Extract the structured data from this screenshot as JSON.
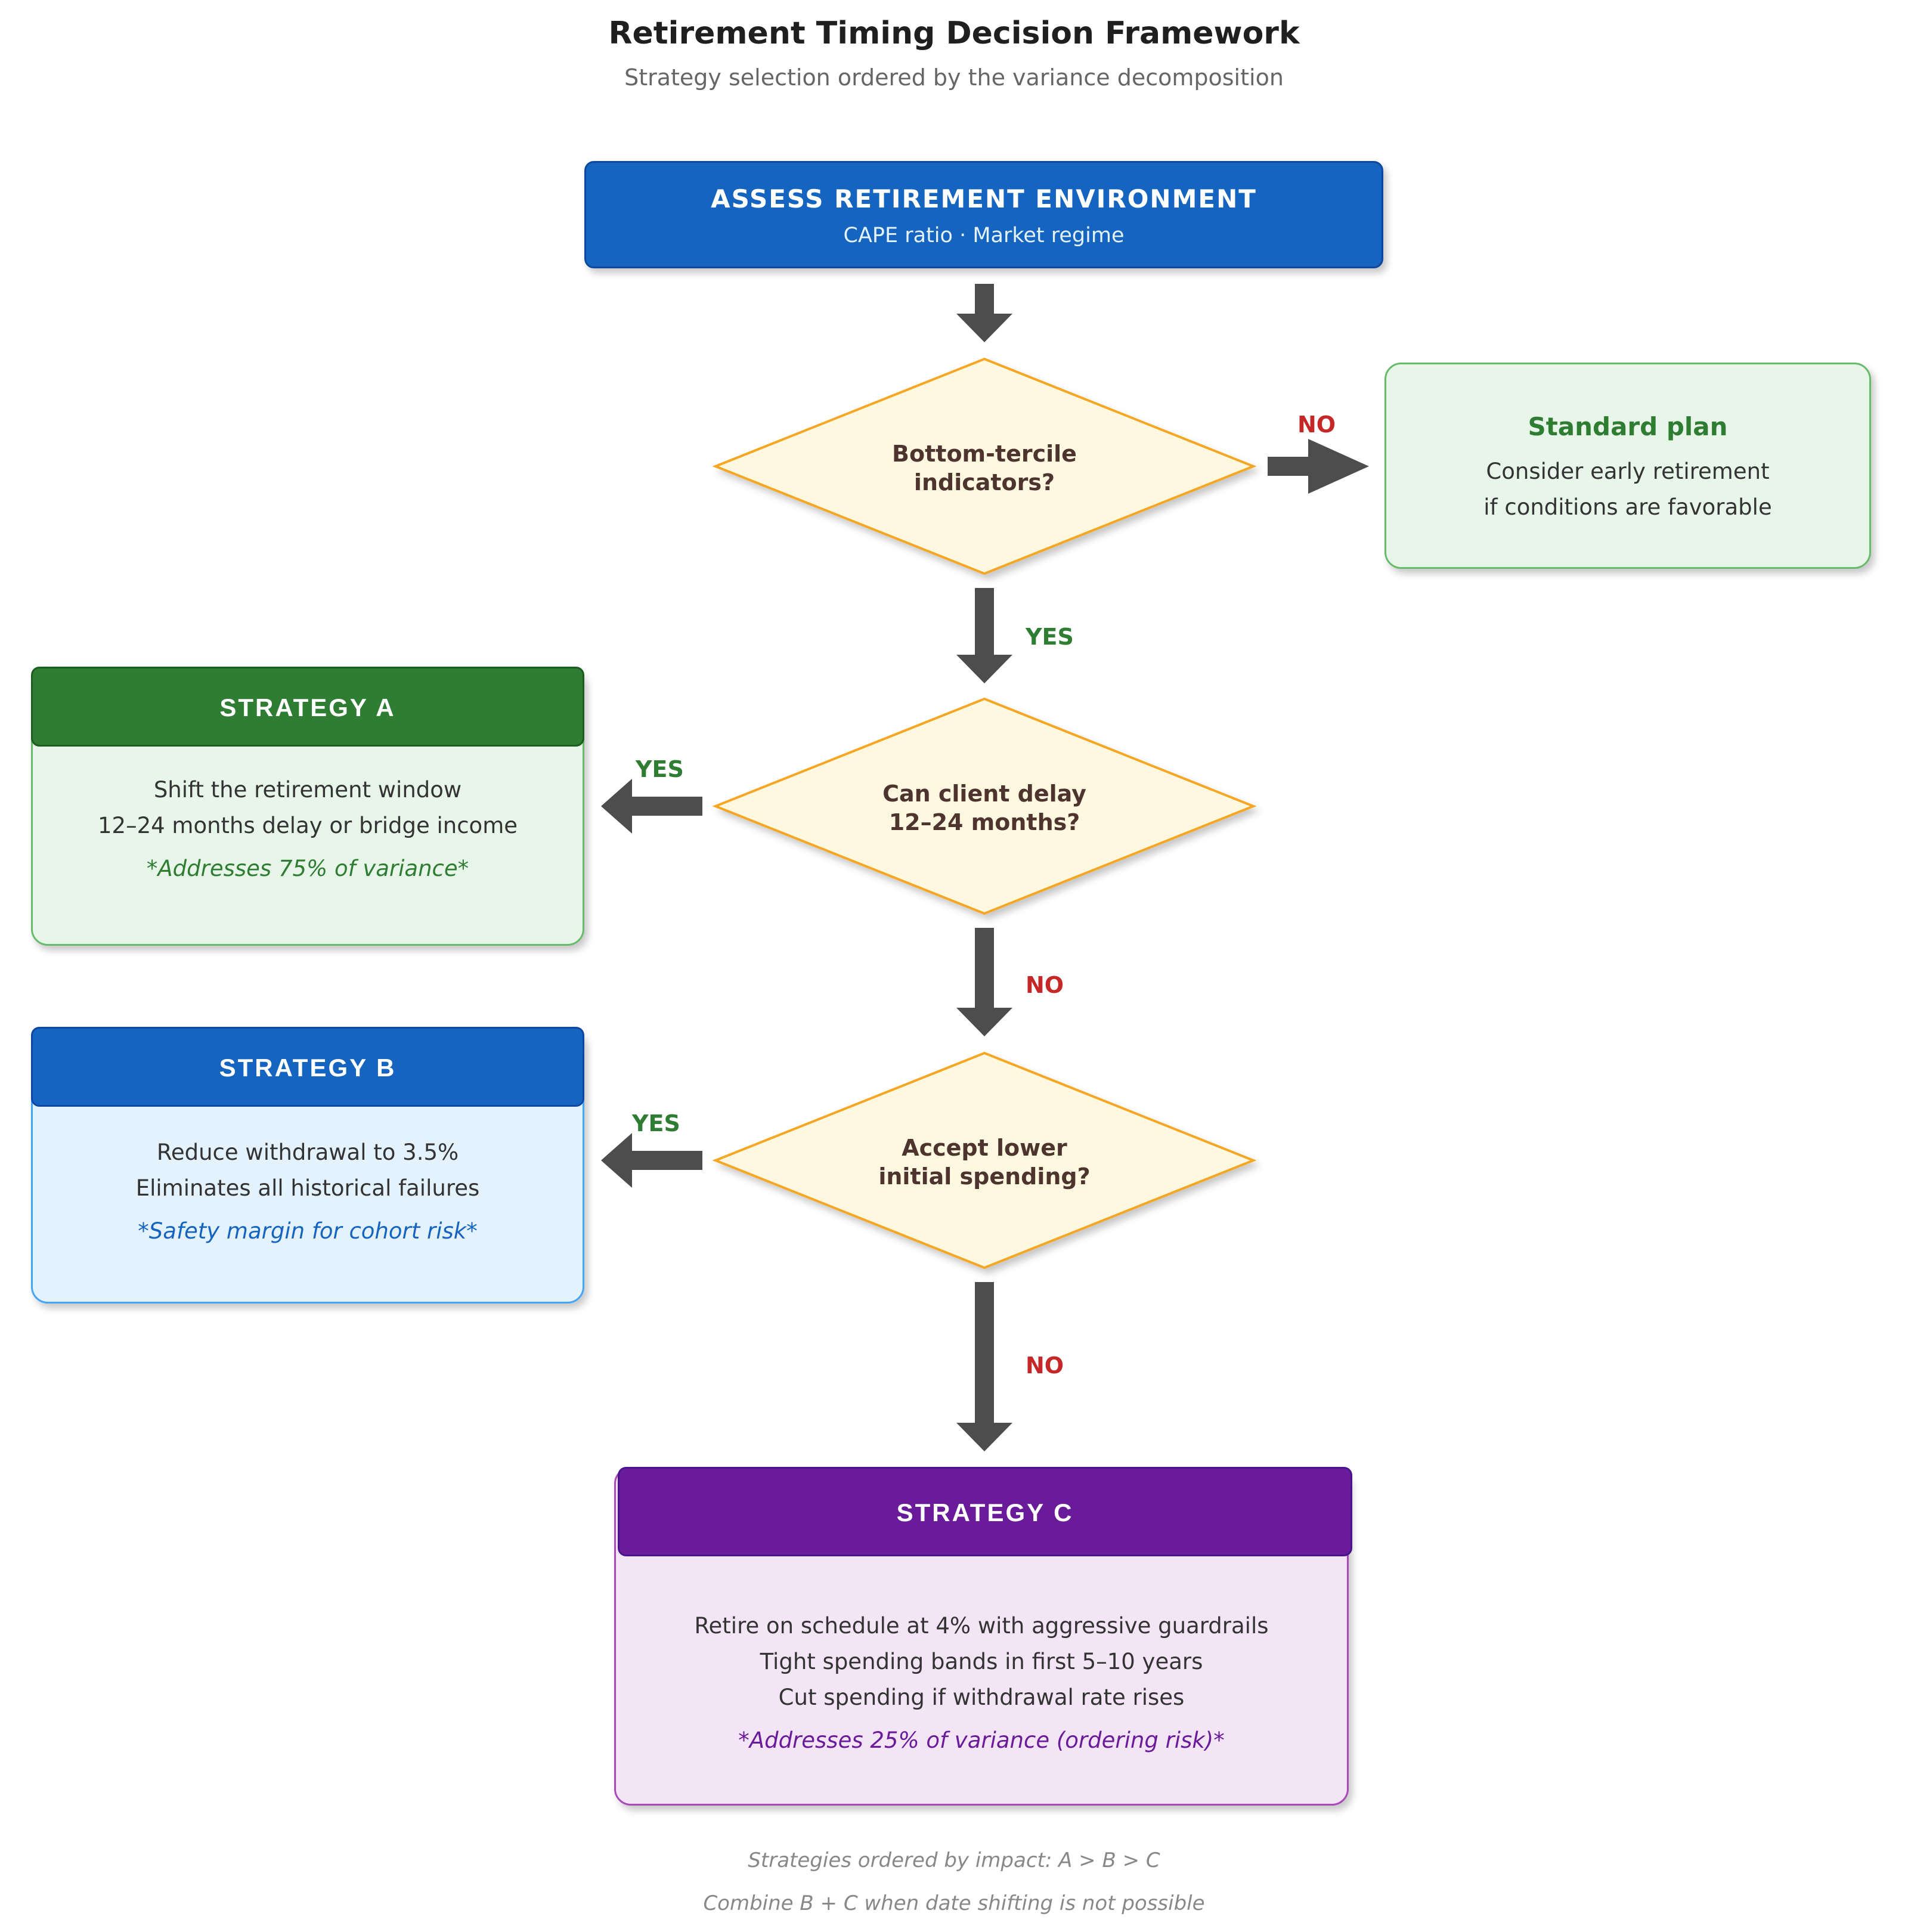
{
  "title": "Retirement Timing Decision Framework",
  "subtitle": "Strategy selection ordered by the variance decomposition",
  "start": {
    "title": "ASSESS RETIREMENT ENVIRONMENT",
    "subtitle": "CAPE ratio · Market regime"
  },
  "decisions": {
    "d1": {
      "line1": "Bottom-tercile",
      "line2": "indicators?"
    },
    "d2": {
      "line1": "Can client delay",
      "line2": "12–24 months?"
    },
    "d3": {
      "line1": "Accept lower",
      "line2": "initial spending?"
    }
  },
  "labels": {
    "d1_no": "NO",
    "d1_yes": "YES",
    "d2_yes": "YES",
    "d2_no": "NO",
    "d3_yes": "YES",
    "d3_no": "NO"
  },
  "standard_plan": {
    "title": "Standard plan",
    "line1": "Consider early retirement",
    "line2": "if conditions are favorable"
  },
  "strategy_a": {
    "title": "STRATEGY A",
    "line1": "Shift the retirement window",
    "line2": "12–24 months delay or bridge income",
    "note": "*Addresses 75% of variance*"
  },
  "strategy_b": {
    "title": "STRATEGY B",
    "line1": "Reduce withdrawal to 3.5%",
    "line2": "Eliminates all historical failures",
    "note": "*Safety margin for cohort risk*"
  },
  "strategy_c": {
    "title": "STRATEGY C",
    "line1": "Retire on schedule at 4% with aggressive guardrails",
    "line2": "Tight spending bands in first 5–10 years",
    "line3": "Cut spending if withdrawal rate rises",
    "note": "*Addresses 25% of variance (ordering risk)*"
  },
  "footer": {
    "line1": "Strategies ordered by impact: A > B > C",
    "line2": "Combine B + C when date shifting is not possible"
  },
  "colors": {
    "blue": "#1565c0",
    "green": "#2e7d32",
    "purple": "#6a1b9a",
    "diamond_fill": "#fff8e1",
    "diamond_stroke": "#f5a623",
    "arrow": "#4d4d4d",
    "no_red": "#c62828"
  }
}
